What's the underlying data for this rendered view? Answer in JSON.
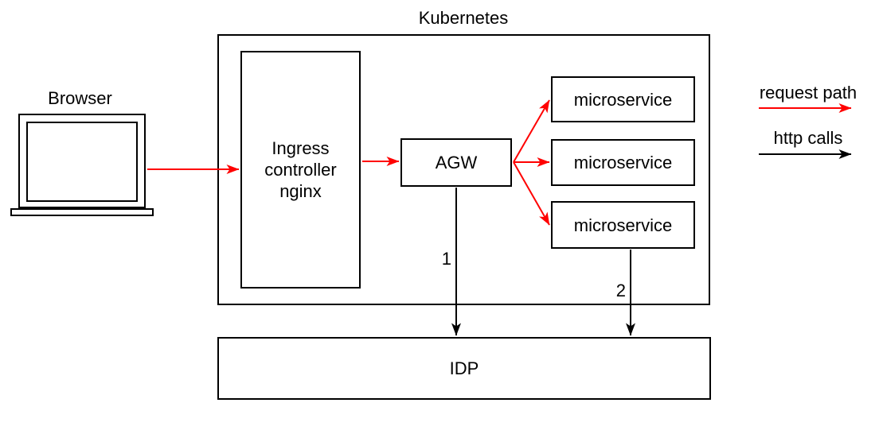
{
  "nodes": {
    "browser": {
      "label": "Browser"
    },
    "kubernetes": {
      "label": "Kubernetes"
    },
    "ingress": {
      "lines": [
        "Ingress",
        "controller",
        "nginx"
      ]
    },
    "agw": {
      "label": "AGW"
    },
    "microservice_1": {
      "label": "microservice"
    },
    "microservice_2": {
      "label": "microservice"
    },
    "microservice_3": {
      "label": "microservice"
    },
    "idp": {
      "label": "IDP"
    }
  },
  "edges": {
    "agw_to_idp_label": "1",
    "microservice_to_idp_label": "2"
  },
  "legend": {
    "request_path_label": "request path",
    "http_calls_label": "http calls"
  },
  "colors": {
    "request_path": "#FF0000",
    "http_calls": "#000000",
    "stroke": "#000000",
    "text": "#000000",
    "background": "#FFFFFF"
  }
}
